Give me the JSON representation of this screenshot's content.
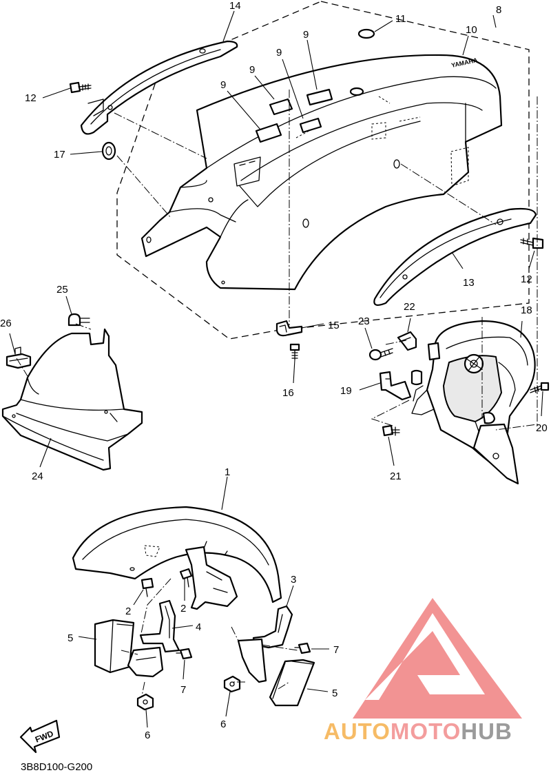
{
  "diagram_code": "3B8D100-G200",
  "fwd_label": "FWD",
  "fender_emboss": "YAMAHA",
  "watermark": {
    "segments": [
      "AUTO",
      "MOTO",
      "HUB"
    ],
    "colors": {
      "triangle": "#f08080",
      "auto": "#f5b04c",
      "moto": "#f28c8c",
      "hub": "#8a8a8a"
    }
  },
  "callouts": [
    {
      "id": "c14",
      "text": "14"
    },
    {
      "id": "c11",
      "text": "11"
    },
    {
      "id": "c8",
      "text": "8"
    },
    {
      "id": "c10",
      "text": "10"
    },
    {
      "id": "c9a",
      "text": "9"
    },
    {
      "id": "c9b",
      "text": "9"
    },
    {
      "id": "c9c",
      "text": "9"
    },
    {
      "id": "c9d",
      "text": "9"
    },
    {
      "id": "c12a",
      "text": "12"
    },
    {
      "id": "c17",
      "text": "17"
    },
    {
      "id": "c13",
      "text": "13"
    },
    {
      "id": "c12b",
      "text": "12"
    },
    {
      "id": "c25",
      "text": "25"
    },
    {
      "id": "c26",
      "text": "26"
    },
    {
      "id": "c24",
      "text": "24"
    },
    {
      "id": "c15",
      "text": "15"
    },
    {
      "id": "c16",
      "text": "16"
    },
    {
      "id": "c23",
      "text": "23"
    },
    {
      "id": "c22",
      "text": "22"
    },
    {
      "id": "c18",
      "text": "18"
    },
    {
      "id": "c19",
      "text": "19"
    },
    {
      "id": "c20",
      "text": "20"
    },
    {
      "id": "c21",
      "text": "21"
    },
    {
      "id": "c1",
      "text": "1"
    },
    {
      "id": "c2a",
      "text": "2"
    },
    {
      "id": "c2b",
      "text": "2"
    },
    {
      "id": "c3",
      "text": "3"
    },
    {
      "id": "c4",
      "text": "4"
    },
    {
      "id": "c5a",
      "text": "5"
    },
    {
      "id": "c5b",
      "text": "5"
    },
    {
      "id": "c7a",
      "text": "7"
    },
    {
      "id": "c7b",
      "text": "7"
    },
    {
      "id": "c6a",
      "text": "6"
    },
    {
      "id": "c6b",
      "text": "6"
    }
  ]
}
